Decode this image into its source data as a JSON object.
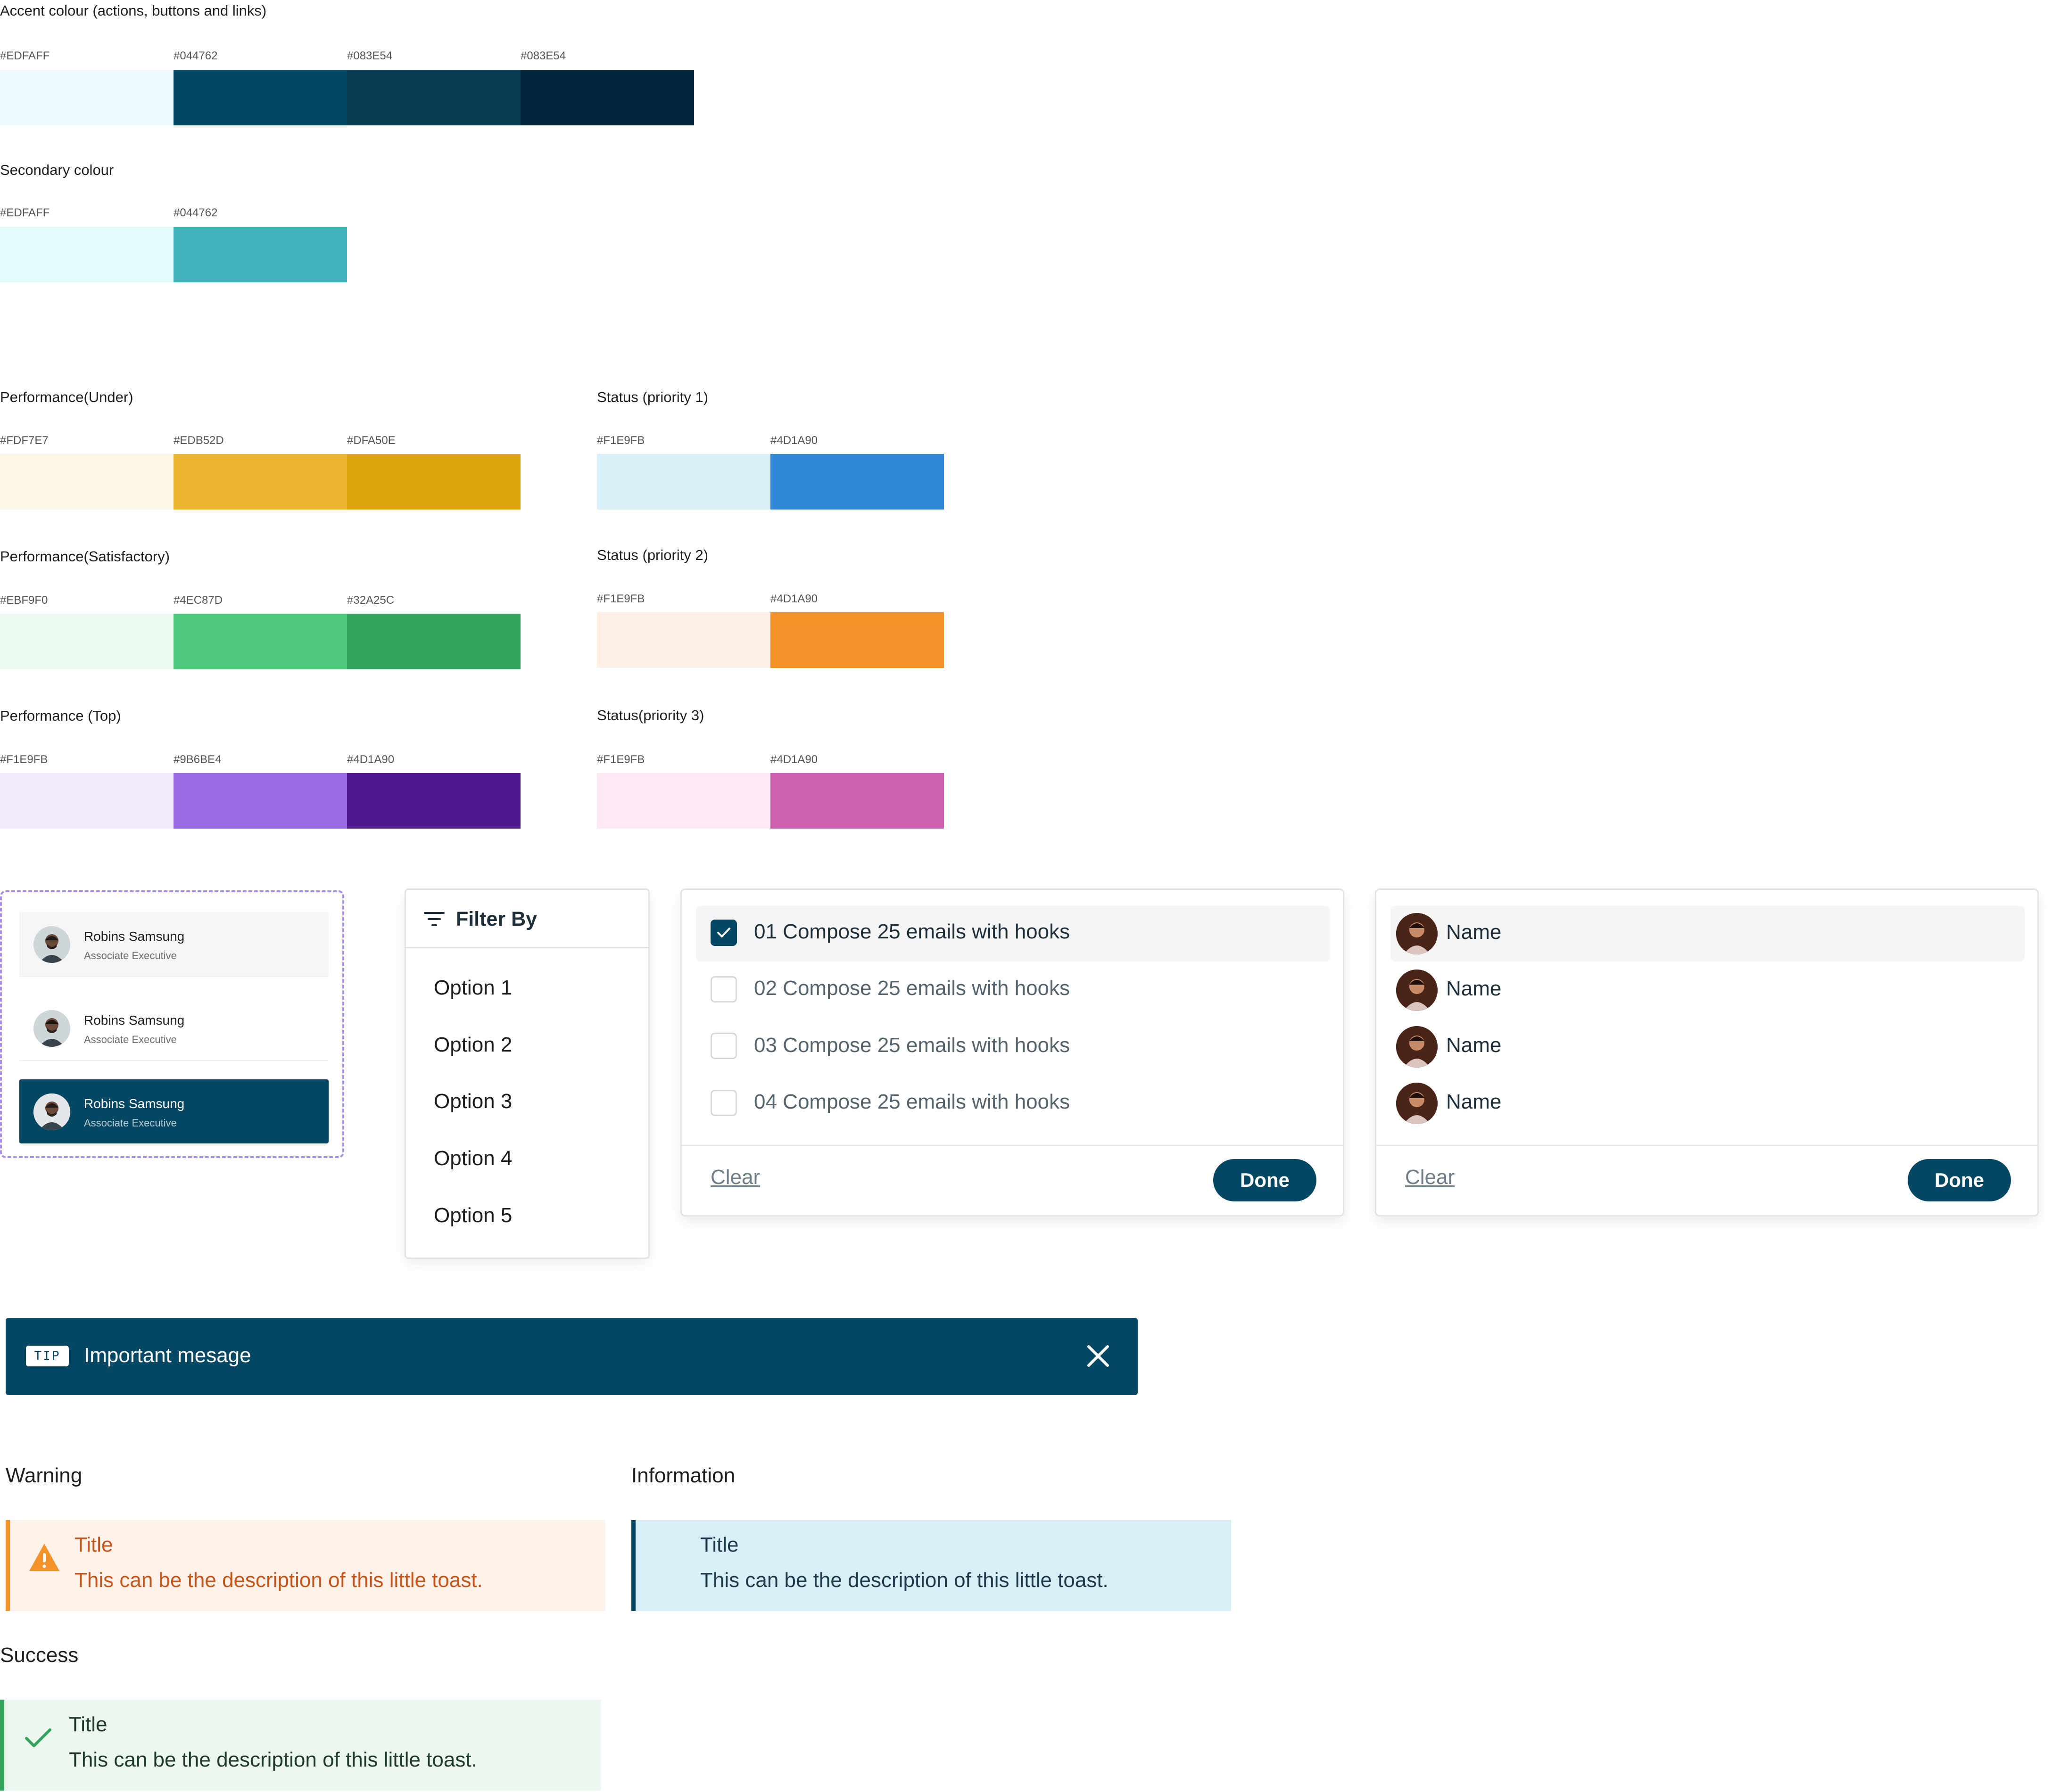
{
  "palette": {
    "accent": {
      "label": "Accent colour (actions, buttons and links)",
      "swatches": [
        {
          "hex": "#EDFAFF",
          "color": "#EEF9FD"
        },
        {
          "hex": "#044762",
          "color": "#044762"
        },
        {
          "hex": "#083E54",
          "color": "#083E54"
        },
        {
          "hex": "#083E54",
          "color": "#03263A"
        }
      ]
    },
    "secondary": {
      "label": "Secondary colour",
      "swatches": [
        {
          "hex": "#EDFAFF",
          "color": "#E2FCFE"
        },
        {
          "hex": "#044762",
          "color": "#43B3BC"
        }
      ]
    },
    "perf_under": {
      "label": "Performance(Under)",
      "swatches": [
        {
          "hex": "#FDF7E7",
          "color": "#FDF7E7"
        },
        {
          "hex": "#EDB52D",
          "color": "#EDB52D"
        },
        {
          "hex": "#DFA50E",
          "color": "#DFA50E"
        }
      ]
    },
    "perf_satisfactory": {
      "label": "Performance(Satisfactory)",
      "swatches": [
        {
          "hex": "#EBF9F0",
          "color": "#EBF9F0"
        },
        {
          "hex": "#4EC87D",
          "color": "#4EC87D"
        },
        {
          "hex": "#32A25C",
          "color": "#32A25C"
        }
      ]
    },
    "perf_top": {
      "label": "Performance (Top)",
      "swatches": [
        {
          "hex": "#F1E9FB",
          "color": "#F1E9FB"
        },
        {
          "hex": "#9B6BE4",
          "color": "#9B6BE4"
        },
        {
          "hex": "#4D1A90",
          "color": "#4D1A90"
        }
      ]
    },
    "status_p1": {
      "label": "Status (priority 1)",
      "swatches": [
        {
          "hex": "#F1E9FB",
          "color": "#DAF0F9"
        },
        {
          "hex": "#4D1A90",
          "color": "#3186D6"
        }
      ]
    },
    "status_p2": {
      "label": "Status (priority 2)",
      "swatches": [
        {
          "hex": "#F1E9FB",
          "color": "#FEF0E4"
        },
        {
          "hex": "#4D1A90",
          "color": "#F39329"
        }
      ]
    },
    "status_p3": {
      "label": "Status(priority 3)",
      "swatches": [
        {
          "hex": "#F1E9FB",
          "color": "#FEE8F3"
        },
        {
          "hex": "#4D1A90",
          "color": "#D062B2"
        }
      ]
    }
  },
  "employees": [
    {
      "name": "Robins Samsung",
      "role": "Associate Executive"
    },
    {
      "name": "Robins Samsung",
      "role": "Associate Executive"
    },
    {
      "name": "Robins Samsung",
      "role": "Associate Executive"
    }
  ],
  "filter": {
    "title": "Filter By",
    "options": [
      "Option 1",
      "Option 2",
      "Option 3",
      "Option 4",
      "Option 5"
    ]
  },
  "tasks": {
    "items": [
      {
        "label": "01  Compose 25 emails with hooks",
        "checked": true
      },
      {
        "label": "02  Compose 25 emails with hooks",
        "checked": false
      },
      {
        "label": "03  Compose 25 emails with hooks",
        "checked": false
      },
      {
        "label": "04  Compose 25 emails with hooks",
        "checked": false
      }
    ],
    "clear_label": "Clear",
    "done_label": "Done"
  },
  "names": {
    "items": [
      "Name",
      "Name",
      "Name",
      "Name"
    ],
    "clear_label": "Clear",
    "done_label": "Done"
  },
  "tip": {
    "badge": "TIP",
    "message": "Important mesage"
  },
  "toasts": {
    "warning": {
      "label": "Warning",
      "title": "Title",
      "description": "This can be the description of this little toast."
    },
    "information": {
      "label": "Information",
      "title": "Title",
      "description": "This can be the description of this little toast."
    },
    "success": {
      "label": "Success",
      "title": "Title",
      "description": "This can be the description of this little toast."
    }
  },
  "colors": {
    "accent": "#044762",
    "warning": "#F39329",
    "warning_bg": "#FEF2EA",
    "warning_text": "#C4561A",
    "info_bg": "#DAF0F9",
    "info_text": "#1F3A4A",
    "success": "#32A25C",
    "success_bg": "#EBF7EF",
    "success_text": "#1F3A2A"
  },
  "icons": {
    "filter": "filter-lines-icon",
    "check": "checkmark-icon",
    "close": "close-x-icon",
    "warning": "warning-triangle-icon",
    "success": "check-icon"
  }
}
